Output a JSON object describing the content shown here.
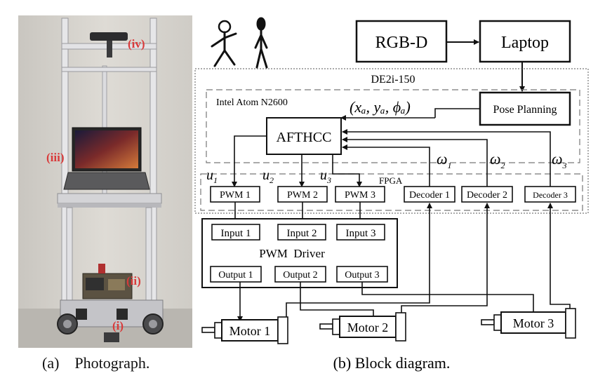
{
  "photo": {
    "labels": {
      "iv": "(iv)",
      "iii": "(iii)",
      "ii": "(ii)",
      "i": "(i)"
    },
    "label_color": "#d93a3a",
    "caption": "(a)    Photograph."
  },
  "diagram": {
    "caption": "(b) Block diagram.",
    "rgbd": "RGB-D",
    "laptop": "Laptop",
    "board": "DE2i-150",
    "cpu": "Intel Atom N2600",
    "pose_planning": "Pose Planning",
    "pose_vector": "(xₐ, yₐ, ϕₐ)",
    "controller": "AFTHCC",
    "fpga": "FPGA",
    "pwm": [
      "PWM 1",
      "PWM 2",
      "PWM 3"
    ],
    "decoders": [
      "Decoder 1",
      "Decoder 2",
      "Decoder 3"
    ],
    "u_labels": [
      "u",
      "u",
      "u"
    ],
    "u_subs": [
      "1",
      "2",
      "3"
    ],
    "omega_labels": [
      "ω",
      "ω",
      "ω"
    ],
    "omega_subs": [
      "1",
      "2",
      "3"
    ],
    "driver": "PWM  Driver",
    "inputs": [
      "Input 1",
      "Input 2",
      "Input 3"
    ],
    "outputs": [
      "Output 1",
      "Output 2",
      "Output 3"
    ],
    "motors": [
      "Motor 1",
      "Motor 2",
      "Motor 3"
    ]
  }
}
